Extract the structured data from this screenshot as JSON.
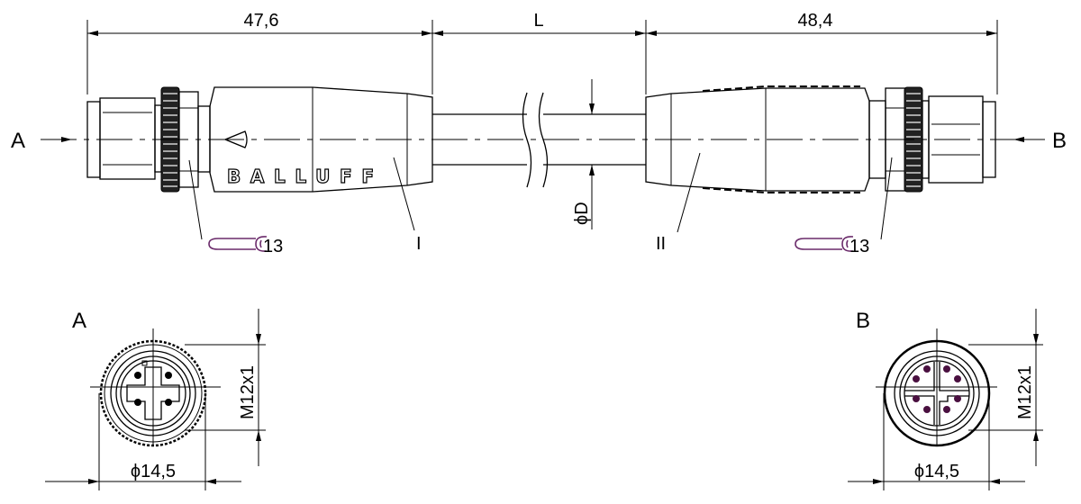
{
  "dimensions": {
    "left_connector_length": "47,6",
    "cable_length": "L",
    "right_connector_length": "48,4",
    "cable_diameter": "ϕD",
    "thread": "M12x1",
    "outer_diameter": "ϕ14,5"
  },
  "labels": {
    "end_a": "A",
    "end_b": "B",
    "part_one": "I",
    "part_two": "II",
    "wrench_size_left": "13",
    "wrench_size_right": "13",
    "view_a": "A",
    "view_b": "B"
  },
  "brand": "BALLUFF",
  "colors": {
    "wrench": "#6a2a6a",
    "pins_b": "#4a1040"
  }
}
